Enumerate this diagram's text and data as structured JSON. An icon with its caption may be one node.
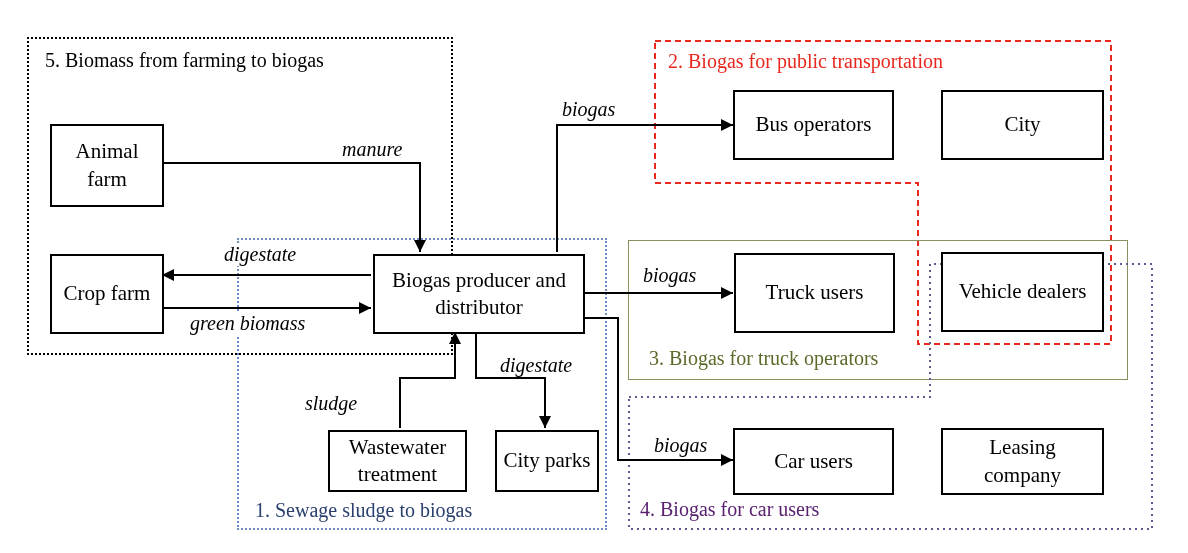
{
  "diagram": {
    "nodes": [
      {
        "text": [
          "5. Biomass from farming to biogas"
        ]
      },
      {
        "text": [
          "2. Biogas for public transportation"
        ]
      },
      {
        "text": [
          "3. Biogas for truck operators"
        ]
      },
      {
        "text": [
          "1. Sewage sludge to biogas"
        ]
      },
      {
        "text": [
          "4. Biogas for car users"
        ]
      },
      {
        "text": [
          "Animal farm"
        ],
        "in": 0
      },
      {
        "text": [
          "Crop farm"
        ],
        "in": 0
      },
      {
        "text": [
          "Biogas producer and distributor"
        ],
        "in": 3
      },
      {
        "text": [
          "Bus operators"
        ],
        "in": 1
      },
      {
        "text": [
          "City"
        ],
        "in": 1
      },
      {
        "text": [
          "Truck users"
        ],
        "in": 2
      },
      {
        "text": [
          "Vehicle dealers"
        ]
      },
      {
        "text": [
          "Wastewater treatment"
        ],
        "in": 3
      },
      {
        "text": [
          "City parks"
        ],
        "in": 3
      },
      {
        "text": [
          "Car users"
        ],
        "in": 4
      },
      {
        "text": [
          "Leasing company"
        ],
        "in": 4
      }
    ],
    "edges": [
      {
        "from": 5,
        "to": 7,
        "arrow": "to",
        "label": "manure"
      },
      {
        "from": 7,
        "to": 6,
        "arrow": "to",
        "label": "digestate"
      },
      {
        "from": 6,
        "to": 7,
        "arrow": "to",
        "label": "green biomass"
      },
      {
        "from": 7,
        "to": 8,
        "arrow": "to",
        "label": "biogas"
      },
      {
        "from": 7,
        "to": 10,
        "arrow": "to",
        "label": "biogas"
      },
      {
        "from": 7,
        "to": 13,
        "arrow": "to",
        "label": "digestate"
      },
      {
        "from": 12,
        "to": 7,
        "arrow": "to",
        "label": "sludge"
      },
      {
        "from": 7,
        "to": 14,
        "arrow": "to",
        "label": "biogas"
      }
    ]
  }
}
